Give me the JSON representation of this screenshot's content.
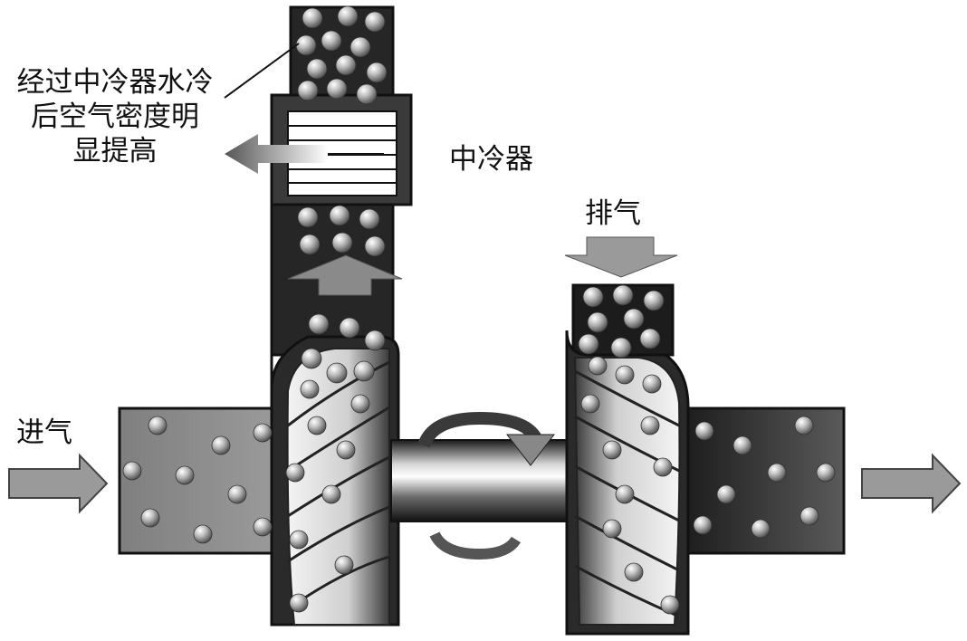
{
  "labels": {
    "intercooler_note": [
      "经过中冷器水冷",
      "后空气密度明",
      "显提高"
    ],
    "intercooler": "中冷器",
    "exhaust": "排气",
    "intake": "进气"
  },
  "colors": {
    "intake_duct": "#8c8c8c",
    "dark_duct": "#2a2a2a",
    "arrow_gray": "#9a9a9a",
    "outline": "#111111",
    "background": "#ffffff"
  },
  "icons": {
    "air_particle": "air-particle-icon",
    "intake_arrow": "right-arrow-icon",
    "exhaust_arrow": "down-arrow-icon",
    "outlet_arrow": "right-arrow-icon",
    "heat_out_arrow": "left-arrow-icon",
    "up_flow_arrow": "up-arrow-icon",
    "rotation_arrow": "rotation-arrow-icon"
  }
}
